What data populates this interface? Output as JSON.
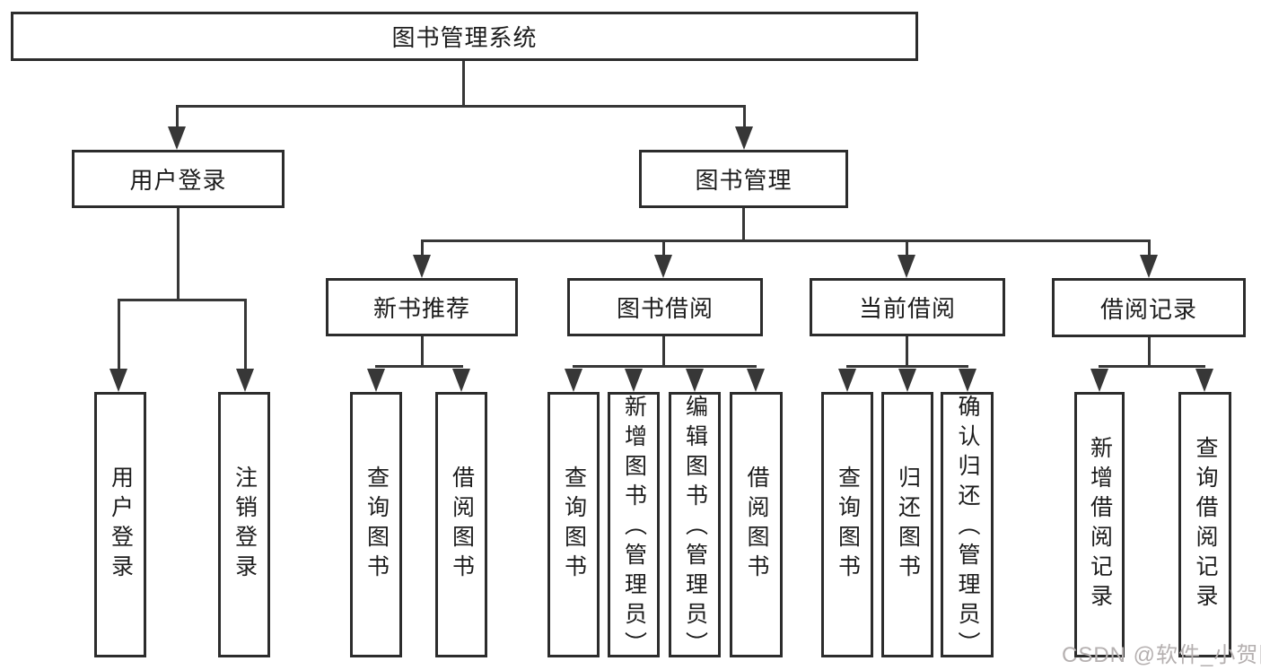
{
  "title": "图书管理系统",
  "tree": {
    "label": "图书管理系统",
    "children": [
      {
        "label": "用户登录",
        "children": [
          {
            "label": "用户登录"
          },
          {
            "label": "注销登录"
          }
        ]
      },
      {
        "label": "图书管理",
        "children": [
          {
            "label": "新书推荐",
            "children": [
              {
                "label": "查询图书"
              },
              {
                "label": "借阅图书"
              }
            ]
          },
          {
            "label": "图书借阅",
            "children": [
              {
                "label": "查询图书"
              },
              {
                "label": "新增图书（管理员）"
              },
              {
                "label": "编辑图书（管理员）"
              },
              {
                "label": "借阅图书"
              }
            ]
          },
          {
            "label": "当前借阅",
            "children": [
              {
                "label": "查询图书"
              },
              {
                "label": "归还图书"
              },
              {
                "label": "确认归还（管理员）"
              }
            ]
          },
          {
            "label": "借阅记录",
            "children": [
              {
                "label": "新增借阅记录"
              },
              {
                "label": "查询借阅记录"
              }
            ]
          }
        ]
      }
    ]
  },
  "watermark": "CSDN @软件_小贺同学",
  "colors": {
    "line": "#373737",
    "box_border": "#2c2c2c",
    "text": "#1c1c1c",
    "watermark": "#b5b0b0",
    "background": "#ffffff"
  }
}
